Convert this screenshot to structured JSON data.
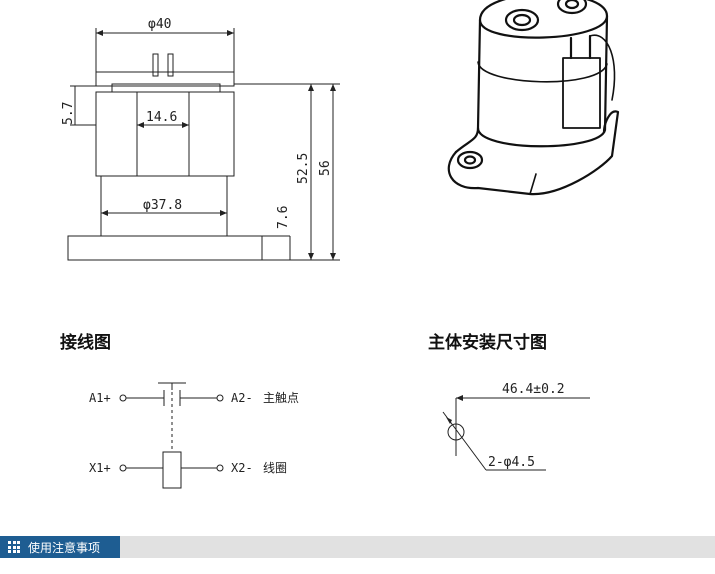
{
  "dimension_drawing": {
    "outer_diameter": "φ40",
    "inner_width": "14.6",
    "base_diameter": "φ37.8",
    "top_height": "5.7",
    "body_height": "52.5",
    "total_height": "56",
    "flange_height": "7.6"
  },
  "wiring_section": {
    "title": "接线图",
    "a1": "A1+",
    "a2": "A2-",
    "main_contact": "主触点",
    "x1": "X1+",
    "x2": "X2-",
    "coil": "线圈"
  },
  "mounting_section": {
    "title": "主体安装尺寸图",
    "spacing": "46.4±0.2",
    "holes": "2-φ4.5"
  },
  "footer": {
    "tab_label": "使用注意事项",
    "tab_color": "#1e5d92",
    "bar_color": "#e1e1e1"
  }
}
